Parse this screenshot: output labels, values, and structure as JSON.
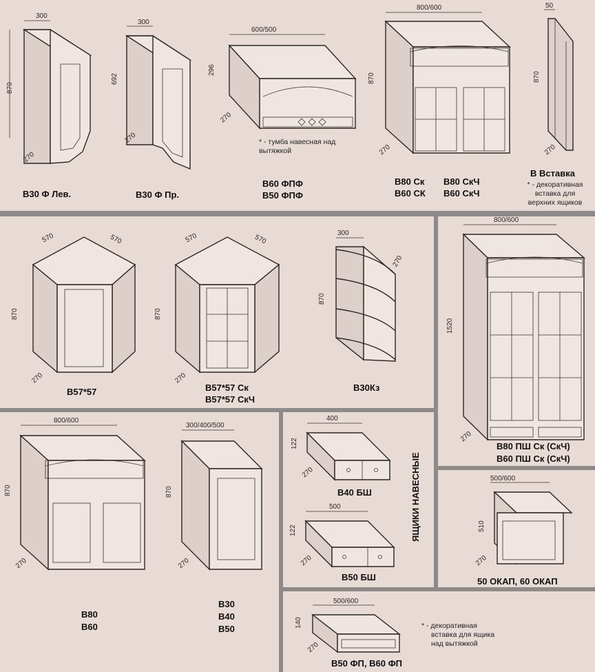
{
  "labels": {
    "b30f_lev": "В30 Ф Лев.",
    "b30f_pr": "В30 Ф Пр.",
    "b60fpf": "В60 ФПФ",
    "b50fpf": "В50 ФПФ",
    "b80sk": "В80 Ск",
    "b80skch": "В80 СкЧ",
    "b60sk": "В60 СК",
    "b60skch": "В60 СкЧ",
    "insert_title": "В Вставка",
    "b57": "В57*57",
    "b57sk": "В57*57 Ск",
    "b57skch": "В57*57 СкЧ",
    "b30kz": "В30Кз",
    "b80psh": "В80 ПШ Ск (СкЧ)",
    "b60psh": "В60 ПШ Ск (СкЧ)",
    "b80": "В80",
    "b60": "В60",
    "b30": "В30",
    "b40": "В40",
    "b50": "В50",
    "b40bsh": "В40 БШ",
    "b50bsh": "В50 БШ",
    "okap": "50 ОКАП, 60 ОКАП",
    "fp": "В50 ФП, В60 ФП",
    "vertical_heading": "ЯЩИКИ НАВЕСНЫЕ"
  },
  "notes": {
    "hood_line1": "* - тумба навесная над",
    "hood_line2": "вытяжкой",
    "insert_line1": "* - декоративная",
    "insert_line2": "вставка для",
    "insert_line3": "верхних ящиков",
    "fp_line1": "* - декоративная",
    "fp_line2": "вставка для  ящика",
    "fp_line3": "над вытяжкой"
  },
  "dims": {
    "d300": "300",
    "d870": "870",
    "d270": "270",
    "d692": "692",
    "d600_500": "600/500",
    "d296": "296",
    "d800_600": "800/600",
    "d50": "50",
    "d570": "570",
    "d1520": "1520",
    "d300_400_500": "300/400/500",
    "d400": "400",
    "d500": "500",
    "d122": "122",
    "d500_600": "500/600",
    "d510": "510",
    "d140": "140"
  }
}
